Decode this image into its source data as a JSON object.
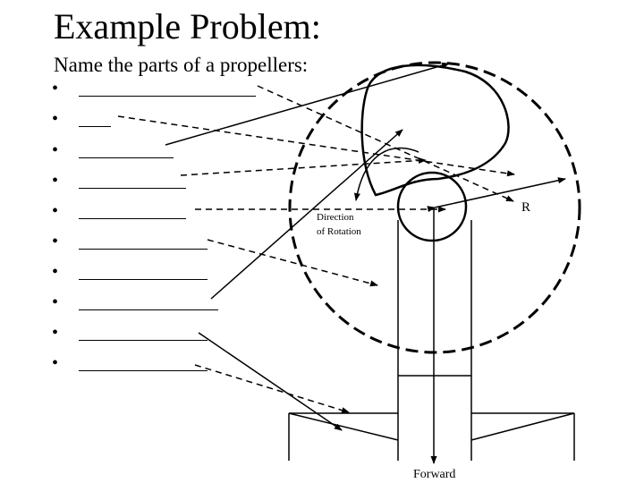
{
  "title": "Example Problem:",
  "subtitle": "Name the parts of a propellers:",
  "bullets": {
    "symbol": "•",
    "count": 10
  },
  "labels": {
    "direction_line1": "Direction",
    "direction_line2": "of Rotation",
    "radius": "R",
    "forward": "Forward"
  }
}
